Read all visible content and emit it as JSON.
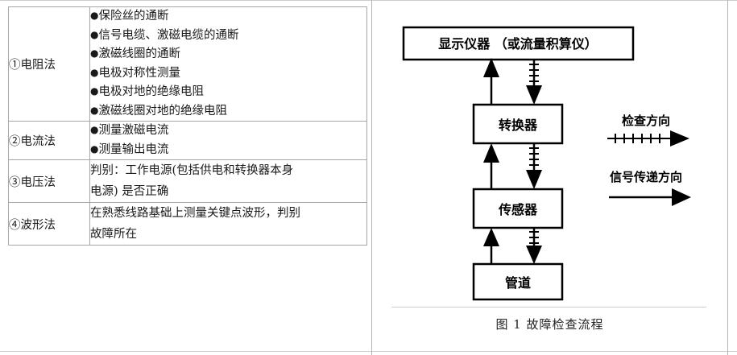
{
  "table": {
    "rows": [
      {
        "method": "①电阻法",
        "type": "bullets",
        "items": [
          "保险丝的通断",
          "信号电缆、激磁电缆的通断",
          "激磁线圈的通断",
          "电极对称性测量",
          "电极对地的绝缘电阻",
          "激磁线圈对地的绝缘电阻"
        ]
      },
      {
        "method": "②电流法",
        "type": "bullets",
        "items": [
          "测量激磁电流",
          "测量输出电流"
        ]
      },
      {
        "method": "③电压法",
        "type": "paragraph",
        "lines": [
          "判别：工作电源(包括供电和转换器本身",
          "电源) 是否正确"
        ]
      },
      {
        "method": "④波形法",
        "type": "paragraph",
        "lines": [
          "在熟悉线路基础上测量关键点波形，判别",
          "故障所在"
        ]
      }
    ],
    "bullet_glyph": "●"
  },
  "diagram": {
    "boxes": [
      {
        "label": "显示仪器 （或流量积算仪）",
        "name": "display-instrument"
      },
      {
        "label": "转换器",
        "name": "converter"
      },
      {
        "label": "传感器",
        "name": "sensor"
      },
      {
        "label": "管道",
        "name": "pipeline"
      }
    ],
    "legend": [
      {
        "label": "检查方向",
        "style": "ticked-arrow"
      },
      {
        "label": "信号传递方向",
        "style": "plain-arrow"
      }
    ],
    "caption": "图 1  故障检查流程",
    "line_color": "#000000"
  }
}
